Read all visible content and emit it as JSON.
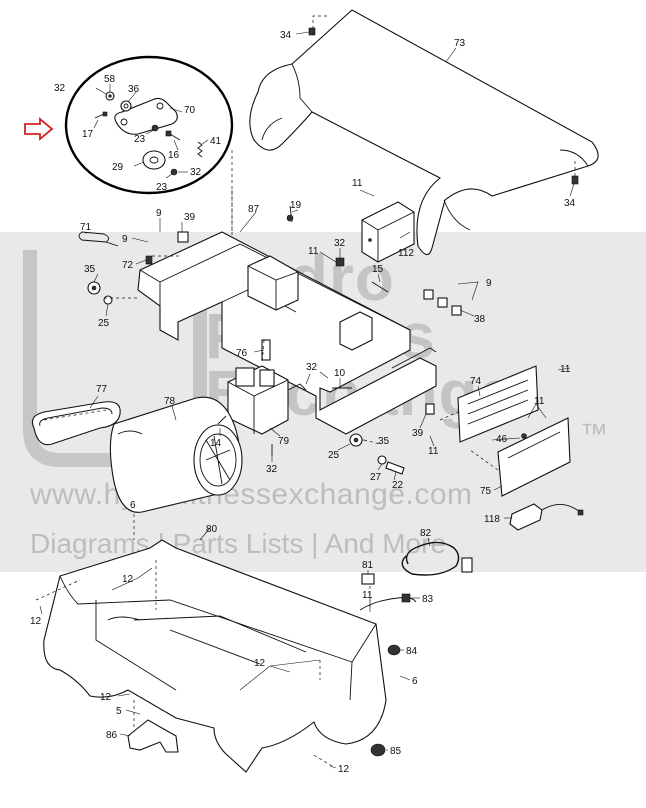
{
  "watermark": {
    "brand_line1": "Hydro",
    "brand_line2": "Fitness",
    "brand_line3": "Exchange",
    "trademark": "™",
    "url": "www.hydrofitnessexchange.com",
    "tagline": "Diagrams | Parts Lists | And More"
  },
  "callouts": {
    "p34a": "34",
    "p73": "73",
    "p34b": "34",
    "p32a": "32",
    "p58": "58",
    "p36": "36",
    "p70": "70",
    "p17": "17",
    "p23a": "23",
    "p16": "16",
    "p41": "41",
    "p29": "29",
    "p23b": "23",
    "p32b": "32",
    "p11a": "11",
    "p112": "112",
    "p87": "87",
    "p19": "19",
    "p71": "71",
    "p9a": "9",
    "p39a": "39",
    "p9b": "9",
    "p72": "72",
    "p11b": "11",
    "p32c": "32",
    "p15": "15",
    "p9c": "9",
    "p38": "38",
    "p35a": "35",
    "p25a": "25",
    "p76": "76",
    "p11c": "11",
    "p77": "77",
    "p78": "78",
    "p32d": "32",
    "p10": "10",
    "p74": "74",
    "p11d": "11",
    "p11e": "11",
    "p14": "14",
    "p79": "79",
    "p39b": "39",
    "p35b": "35",
    "p46": "46",
    "p32e": "32",
    "p25b": "25",
    "p11f": "11",
    "p27": "27",
    "p22": "22",
    "p75": "75",
    "p6a": "6",
    "p80": "80",
    "p118": "118",
    "p82": "82",
    "p12a": "12",
    "p81": "81",
    "p11g": "11",
    "p83": "83",
    "p12b": "12",
    "p12c": "12",
    "p84": "84",
    "p6b": "6",
    "p12d": "12",
    "p5": "5",
    "p86": "86",
    "p85": "85",
    "p12e": "12"
  }
}
